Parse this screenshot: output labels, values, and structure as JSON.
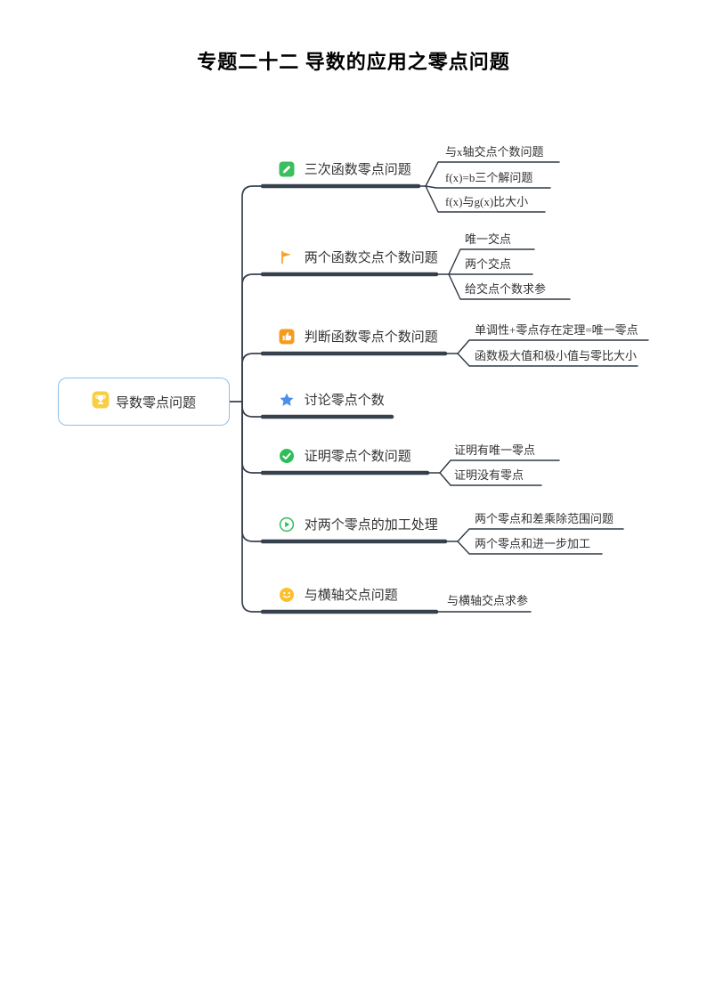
{
  "page_title": "专题二十二 导数的应用之零点问题",
  "mindmap": {
    "root": {
      "label": "导数零点问题",
      "icon": "trophy-icon"
    },
    "branches": [
      {
        "label": "三次函数零点问题",
        "icon": "pencil-icon",
        "children": [
          "与x轴交点个数问题",
          "f(x)=b三个解问题",
          "f(x)与g(x)比大小"
        ]
      },
      {
        "label": "两个函数交点个数问题",
        "icon": "flag-icon",
        "children": [
          "唯一交点",
          "两个交点",
          "给交点个数求参"
        ]
      },
      {
        "label": "判断函数零点个数问题",
        "icon": "thumbs-up-icon",
        "children": [
          "单调性+零点存在定理=唯一零点",
          "函数极大值和极小值与零比大小"
        ]
      },
      {
        "label": "讨论零点个数",
        "icon": "star-icon",
        "children": []
      },
      {
        "label": "证明零点个数问题",
        "icon": "check-icon",
        "children": [
          "证明有唯一零点",
          "证明没有零点"
        ]
      },
      {
        "label": "对两个零点的加工处理",
        "icon": "play-icon",
        "children": [
          "两个零点和差乘除范围问题",
          "两个零点和进一步加工"
        ]
      },
      {
        "label": "与横轴交点问题",
        "icon": "smiley-icon",
        "children": [
          "与横轴交点求参"
        ]
      }
    ],
    "colors": {
      "branch_bar": "#37414D",
      "connector_line": "#37414D",
      "root_border": "#8FBFE8",
      "text": "#333333",
      "icon_pencil_green": "#3BBE5E",
      "icon_flag_orange": "#F7A325",
      "icon_thumb_orange": "#F59B1E",
      "icon_star_blue": "#4A90E8",
      "icon_check_green": "#2EBD59",
      "icon_play_green": "#2EBD59",
      "icon_smiley_yellow": "#FCBF2D",
      "icon_trophy_yellow": "#F8CE47"
    }
  }
}
